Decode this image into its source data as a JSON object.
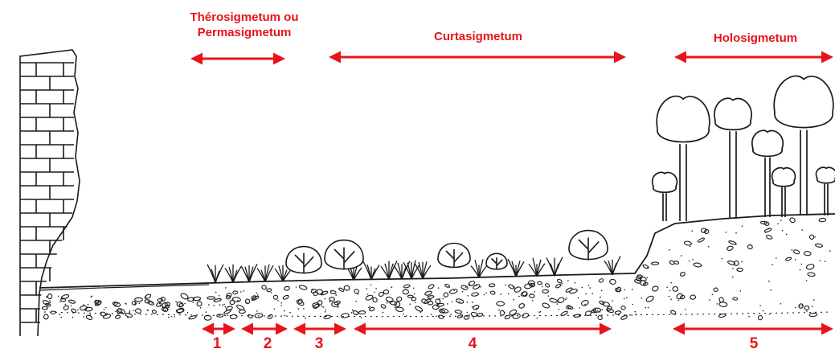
{
  "colors": {
    "accent": "#e8141a",
    "ink": "#1a1a1a",
    "background": "#ffffff"
  },
  "top_labels": {
    "therosigmetum_line1": "Thérosigmetum  ou",
    "therosigmetum_line2": "Permasigmetum",
    "curtasigmetum": "Curtasigmetum",
    "holosigmetum": "Holosigmetum"
  },
  "zones": [
    "1",
    "2",
    "3",
    "4",
    "5"
  ]
}
